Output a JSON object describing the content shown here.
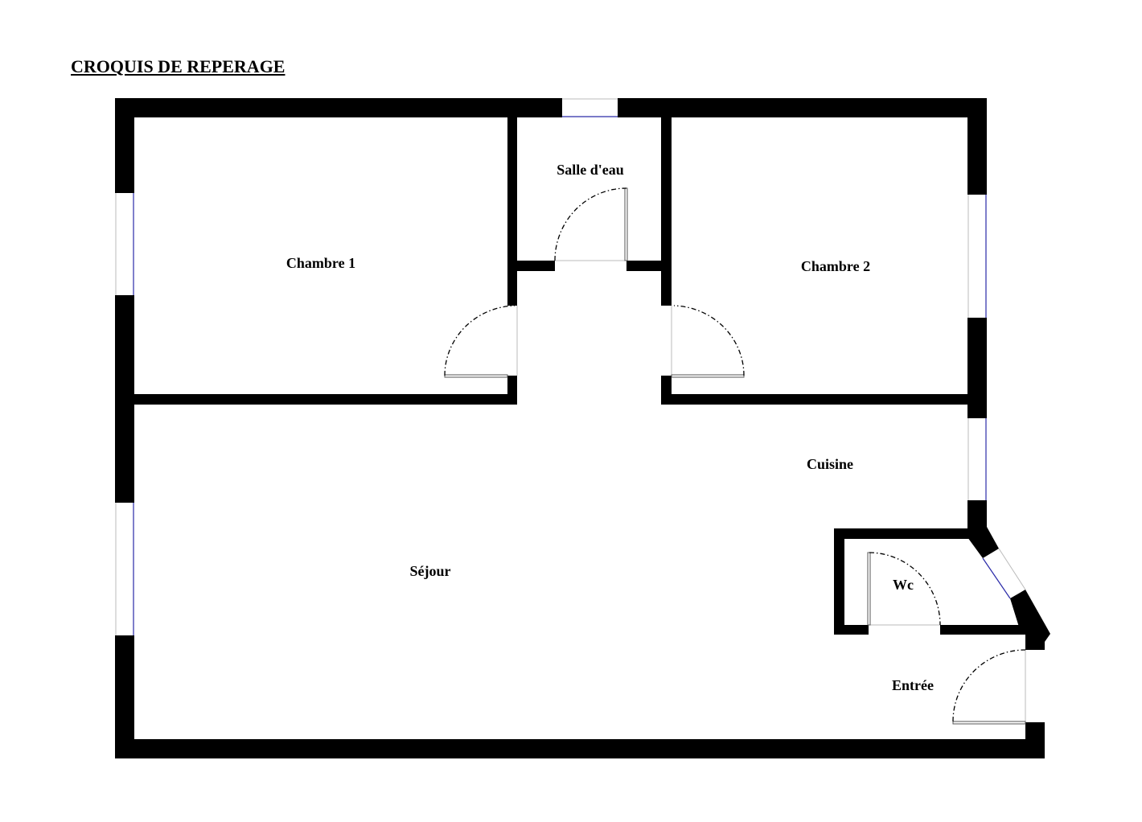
{
  "title": "CROQUIS DE REPERAGE",
  "rooms": {
    "chambre1": "Chambre 1",
    "salle_eau": "Salle d'eau",
    "chambre2": "Chambre 2",
    "cuisine": "Cuisine",
    "sejour": "Séjour",
    "wc": "Wc",
    "entree": "Entrée"
  },
  "colors": {
    "wall": "#000000",
    "window_glass": "#2a2aa8"
  }
}
